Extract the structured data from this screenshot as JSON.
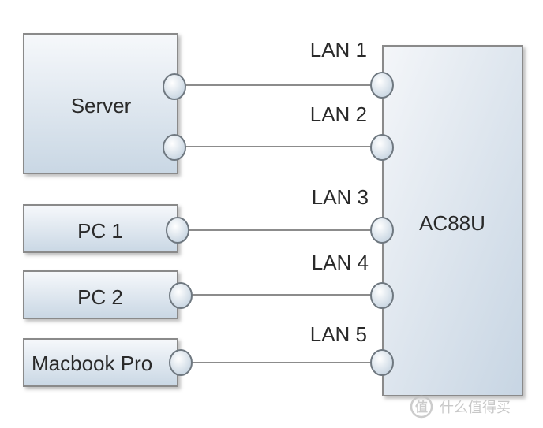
{
  "router": {
    "label": "AC88U"
  },
  "devices": {
    "server": "Server",
    "pc1": "PC 1",
    "pc2": "PC 2",
    "macbook": "Macbook Pro"
  },
  "ports": [
    "LAN 1",
    "LAN 2",
    "LAN 3",
    "LAN 4",
    "LAN 5"
  ],
  "watermark": {
    "text": "什么值得买",
    "icon": "smzdm-logo-icon"
  },
  "colors": {
    "box_fill_top": "#f6f8fb",
    "box_fill_bottom": "#c9d7e4",
    "box_stroke": "#8a8a8a",
    "wire": "#8c8c8c"
  }
}
